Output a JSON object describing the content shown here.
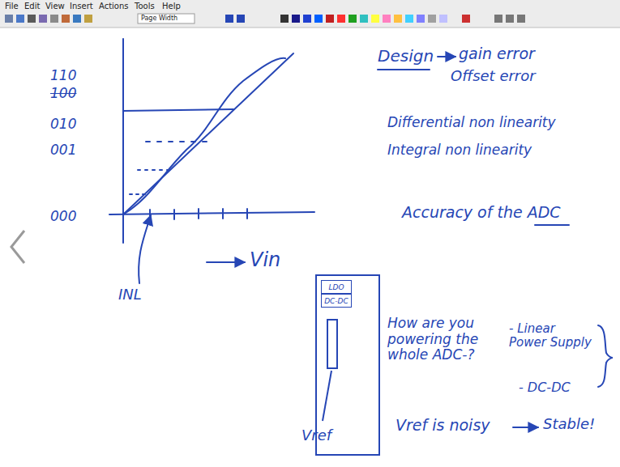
{
  "diagram": {
    "nodes": [
      {
        "text": [
          "LDO"
        ]
      },
      {
        "text": [
          "DC-DC"
        ]
      }
    ],
    "labels": [
      "File",
      "Edit",
      "View",
      "Insert",
      "Actions",
      "Tools",
      "Help",
      "Page Width",
      "110",
      "100",
      "010",
      "001",
      "000",
      "Vin",
      "INL",
      "Design",
      "gain error",
      "Offset error",
      "Differential non linearity",
      "Integral non linearity",
      "Accuracy of the ADC",
      "How are you powering the whole ADC-?",
      "- Linear Power Supply",
      "- DC-DC",
      "Vref is noisy",
      "Stable!",
      "Vref"
    ]
  }
}
